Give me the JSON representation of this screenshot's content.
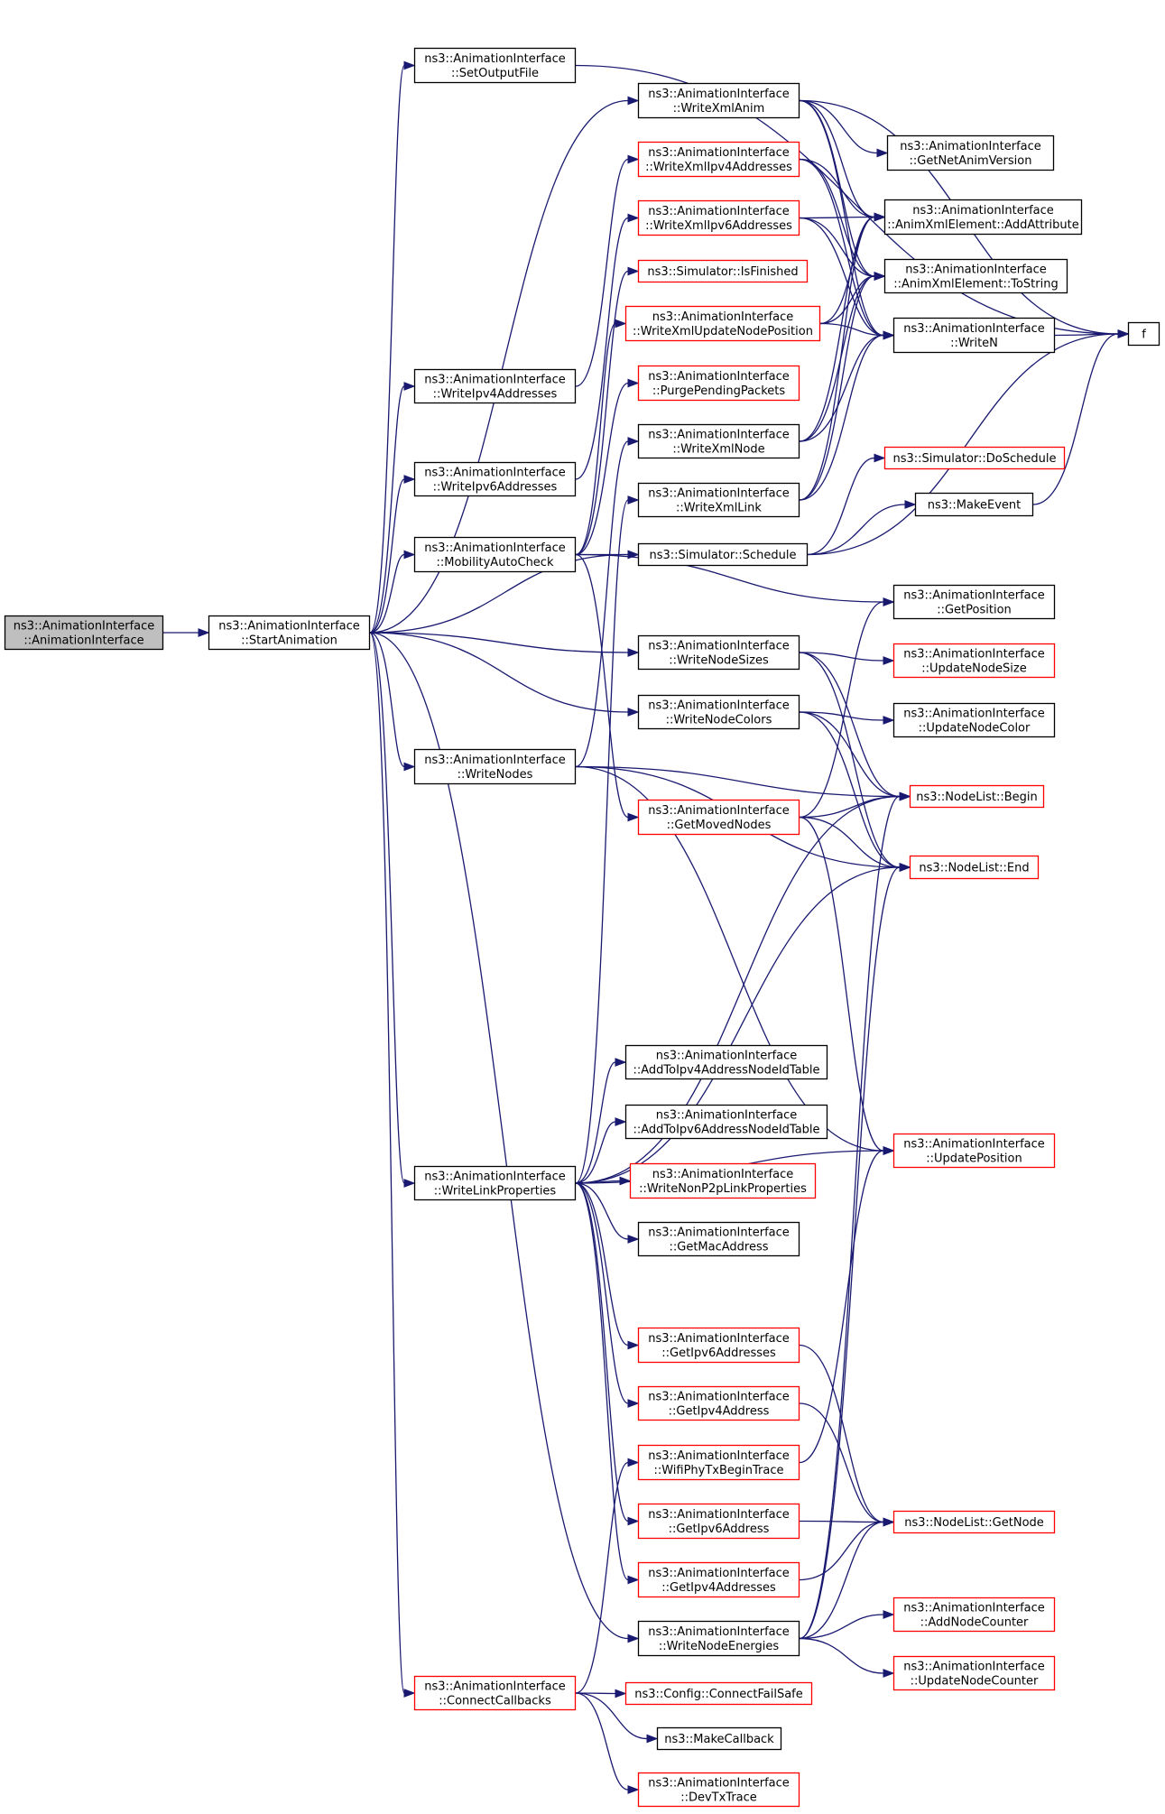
{
  "colors": {
    "edge": "#191970",
    "border_default": "#000000",
    "border_red": "#ff0000",
    "fill_current": "#bfbfbf",
    "fill_default": "#ffffff"
  },
  "nodes": {
    "root": {
      "lines": [
        "ns3::AnimationInterface",
        "::AnimationInterface"
      ],
      "style": "current"
    },
    "start": {
      "lines": [
        "ns3::AnimationInterface",
        "::StartAnimation"
      ],
      "style": "black"
    },
    "setout": {
      "lines": [
        "ns3::AnimationInterface",
        "::SetOutputFile"
      ],
      "style": "black"
    },
    "wip4": {
      "lines": [
        "ns3::AnimationInterface",
        "::WriteIpv4Addresses"
      ],
      "style": "black"
    },
    "wip6": {
      "lines": [
        "ns3::AnimationInterface",
        "::WriteIpv6Addresses"
      ],
      "style": "black"
    },
    "mob": {
      "lines": [
        "ns3::AnimationInterface",
        "::MobilityAutoCheck"
      ],
      "style": "black"
    },
    "wnodes": {
      "lines": [
        "ns3::AnimationInterface",
        "::WriteNodes"
      ],
      "style": "black"
    },
    "wlink": {
      "lines": [
        "ns3::AnimationInterface",
        "::WriteLinkProperties"
      ],
      "style": "black"
    },
    "conn": {
      "lines": [
        "ns3::AnimationInterface",
        "::ConnectCallbacks"
      ],
      "style": "red"
    },
    "wxa": {
      "lines": [
        "ns3::AnimationInterface",
        "::WriteXmlAnim"
      ],
      "style": "black"
    },
    "wx4": {
      "lines": [
        "ns3::AnimationInterface",
        "::WriteXmlIpv4Addresses"
      ],
      "style": "red"
    },
    "wx6": {
      "lines": [
        "ns3::AnimationInterface",
        "::WriteXmlIpv6Addresses"
      ],
      "style": "red"
    },
    "simfin": {
      "lines": [
        "ns3::Simulator::IsFinished"
      ],
      "style": "red"
    },
    "wxunp": {
      "lines": [
        "ns3::AnimationInterface",
        "::WriteXmlUpdateNodePosition"
      ],
      "style": "red"
    },
    "purge": {
      "lines": [
        "ns3::AnimationInterface",
        "::PurgePendingPackets"
      ],
      "style": "red"
    },
    "wxnode": {
      "lines": [
        "ns3::AnimationInterface",
        "::WriteXmlNode"
      ],
      "style": "black"
    },
    "wxlink": {
      "lines": [
        "ns3::AnimationInterface",
        "::WriteXmlLink"
      ],
      "style": "black"
    },
    "sched": {
      "lines": [
        "ns3::Simulator::Schedule"
      ],
      "style": "black"
    },
    "wnsize": {
      "lines": [
        "ns3::AnimationInterface",
        "::WriteNodeSizes"
      ],
      "style": "black"
    },
    "wncol": {
      "lines": [
        "ns3::AnimationInterface",
        "::WriteNodeColors"
      ],
      "style": "black"
    },
    "getmoved": {
      "lines": [
        "ns3::AnimationInterface",
        "::GetMovedNodes"
      ],
      "style": "red"
    },
    "addip4tbl": {
      "lines": [
        "ns3::AnimationInterface",
        "::AddToIpv4AddressNodeIdTable"
      ],
      "style": "black"
    },
    "addip6tbl": {
      "lines": [
        "ns3::AnimationInterface",
        "::AddToIpv6AddressNodeIdTable"
      ],
      "style": "black"
    },
    "wnonp2p": {
      "lines": [
        "ns3::AnimationInterface",
        "::WriteNonP2pLinkProperties"
      ],
      "style": "red"
    },
    "getmac": {
      "lines": [
        "ns3::AnimationInterface",
        "::GetMacAddress"
      ],
      "style": "black"
    },
    "getip6s": {
      "lines": [
        "ns3::AnimationInterface",
        "::GetIpv6Addresses"
      ],
      "style": "red"
    },
    "getip4": {
      "lines": [
        "ns3::AnimationInterface",
        "::GetIpv4Address"
      ],
      "style": "red"
    },
    "wifitx": {
      "lines": [
        "ns3::AnimationInterface",
        "::WifiPhyTxBeginTrace"
      ],
      "style": "red"
    },
    "getip6": {
      "lines": [
        "ns3::AnimationInterface",
        "::GetIpv6Address"
      ],
      "style": "red"
    },
    "getip4s": {
      "lines": [
        "ns3::AnimationInterface",
        "::GetIpv4Addresses"
      ],
      "style": "red"
    },
    "wnen": {
      "lines": [
        "ns3::AnimationInterface",
        "::WriteNodeEnergies"
      ],
      "style": "black"
    },
    "cfs": {
      "lines": [
        "ns3::Config::ConnectFailSafe"
      ],
      "style": "red"
    },
    "mkcb": {
      "lines": [
        "ns3::MakeCallback"
      ],
      "style": "black"
    },
    "devtx": {
      "lines": [
        "ns3::AnimationInterface",
        "::DevTxTrace"
      ],
      "style": "red"
    },
    "netver": {
      "lines": [
        "ns3::AnimationInterface",
        "::GetNetAnimVersion"
      ],
      "style": "black"
    },
    "addattr": {
      "lines": [
        "ns3::AnimationInterface",
        "::AnimXmlElement::AddAttribute"
      ],
      "style": "black"
    },
    "tostr": {
      "lines": [
        "ns3::AnimationInterface",
        "::AnimXmlElement::ToString"
      ],
      "style": "black"
    },
    "writen": {
      "lines": [
        "ns3::AnimationInterface",
        "::WriteN"
      ],
      "style": "black"
    },
    "dosched": {
      "lines": [
        "ns3::Simulator::DoSchedule"
      ],
      "style": "red"
    },
    "mkevent": {
      "lines": [
        "ns3::MakeEvent"
      ],
      "style": "black"
    },
    "getpos": {
      "lines": [
        "ns3::AnimationInterface",
        "::GetPosition"
      ],
      "style": "black"
    },
    "updsize": {
      "lines": [
        "ns3::AnimationInterface",
        "::UpdateNodeSize"
      ],
      "style": "red"
    },
    "updcol": {
      "lines": [
        "ns3::AnimationInterface",
        "::UpdateNodeColor"
      ],
      "style": "black"
    },
    "nlbegin": {
      "lines": [
        "ns3::NodeList::Begin"
      ],
      "style": "red"
    },
    "nlend": {
      "lines": [
        "ns3::NodeList::End"
      ],
      "style": "red"
    },
    "updpos": {
      "lines": [
        "ns3::AnimationInterface",
        "::UpdatePosition"
      ],
      "style": "red"
    },
    "nlget": {
      "lines": [
        "ns3::NodeList::GetNode"
      ],
      "style": "red"
    },
    "addcnt": {
      "lines": [
        "ns3::AnimationInterface",
        "::AddNodeCounter"
      ],
      "style": "red"
    },
    "updcnt": {
      "lines": [
        "ns3::AnimationInterface",
        "::UpdateNodeCounter"
      ],
      "style": "red"
    },
    "f": {
      "lines": [
        "f"
      ],
      "style": "black"
    }
  },
  "edges": [
    [
      "root",
      "start"
    ],
    [
      "start",
      "setout"
    ],
    [
      "start",
      "wxa"
    ],
    [
      "start",
      "wip4"
    ],
    [
      "start",
      "wip6"
    ],
    [
      "start",
      "mob"
    ],
    [
      "start",
      "sched"
    ],
    [
      "start",
      "wnsize"
    ],
    [
      "start",
      "wncol"
    ],
    [
      "start",
      "wnodes"
    ],
    [
      "start",
      "wlink"
    ],
    [
      "start",
      "wnen"
    ],
    [
      "start",
      "conn"
    ],
    [
      "setout",
      "f"
    ],
    [
      "wxa",
      "f"
    ],
    [
      "wxa",
      "netver"
    ],
    [
      "wxa",
      "addattr"
    ],
    [
      "wxa",
      "tostr"
    ],
    [
      "wxa",
      "writen"
    ],
    [
      "wx4",
      "addattr"
    ],
    [
      "wx4",
      "tostr"
    ],
    [
      "wx4",
      "writen"
    ],
    [
      "wx6",
      "addattr"
    ],
    [
      "wx6",
      "tostr"
    ],
    [
      "wx6",
      "writen"
    ],
    [
      "wxunp",
      "addattr"
    ],
    [
      "wxunp",
      "tostr"
    ],
    [
      "wxunp",
      "writen"
    ],
    [
      "wxnode",
      "addattr"
    ],
    [
      "wxnode",
      "tostr"
    ],
    [
      "wxnode",
      "writen"
    ],
    [
      "wxlink",
      "addattr"
    ],
    [
      "wxlink",
      "tostr"
    ],
    [
      "wxlink",
      "writen"
    ],
    [
      "wip4",
      "wx4"
    ],
    [
      "wip6",
      "wx6"
    ],
    [
      "mob",
      "simfin"
    ],
    [
      "mob",
      "wxunp"
    ],
    [
      "mob",
      "purge"
    ],
    [
      "mob",
      "sched"
    ],
    [
      "mob",
      "getpos"
    ],
    [
      "mob",
      "getmoved"
    ],
    [
      "wnodes",
      "wxnode"
    ],
    [
      "wnodes",
      "nlbegin"
    ],
    [
      "wnodes",
      "nlend"
    ],
    [
      "wnodes",
      "updpos"
    ],
    [
      "wlink",
      "wxlink"
    ],
    [
      "wlink",
      "nlbegin"
    ],
    [
      "wlink",
      "nlend"
    ],
    [
      "wlink",
      "addip4tbl"
    ],
    [
      "wlink",
      "addip6tbl"
    ],
    [
      "wlink",
      "wnonp2p"
    ],
    [
      "wlink",
      "getmac"
    ],
    [
      "wlink",
      "updpos"
    ],
    [
      "wlink",
      "getip6s"
    ],
    [
      "wlink",
      "getip4"
    ],
    [
      "wlink",
      "getip6"
    ],
    [
      "wlink",
      "getip4s"
    ],
    [
      "writen",
      "f"
    ],
    [
      "sched",
      "dosched"
    ],
    [
      "sched",
      "mkevent"
    ],
    [
      "sched",
      "f"
    ],
    [
      "mkevent",
      "f"
    ],
    [
      "wnsize",
      "updsize"
    ],
    [
      "wnsize",
      "nlbegin"
    ],
    [
      "wnsize",
      "nlend"
    ],
    [
      "wncol",
      "updcol"
    ],
    [
      "wncol",
      "nlbegin"
    ],
    [
      "wncol",
      "nlend"
    ],
    [
      "getmoved",
      "getpos"
    ],
    [
      "getmoved",
      "nlbegin"
    ],
    [
      "getmoved",
      "nlend"
    ],
    [
      "getmoved",
      "updpos"
    ],
    [
      "getip6s",
      "nlget"
    ],
    [
      "getip4",
      "nlget"
    ],
    [
      "getip6",
      "nlget"
    ],
    [
      "getip4s",
      "nlget"
    ],
    [
      "wifitx",
      "updpos"
    ],
    [
      "wnen",
      "nlbegin"
    ],
    [
      "wnen",
      "nlend"
    ],
    [
      "wnen",
      "nlget"
    ],
    [
      "wnen",
      "addcnt"
    ],
    [
      "wnen",
      "updcnt"
    ],
    [
      "conn",
      "wifitx"
    ],
    [
      "conn",
      "cfs"
    ],
    [
      "conn",
      "mkcb"
    ],
    [
      "conn",
      "devtx"
    ]
  ]
}
